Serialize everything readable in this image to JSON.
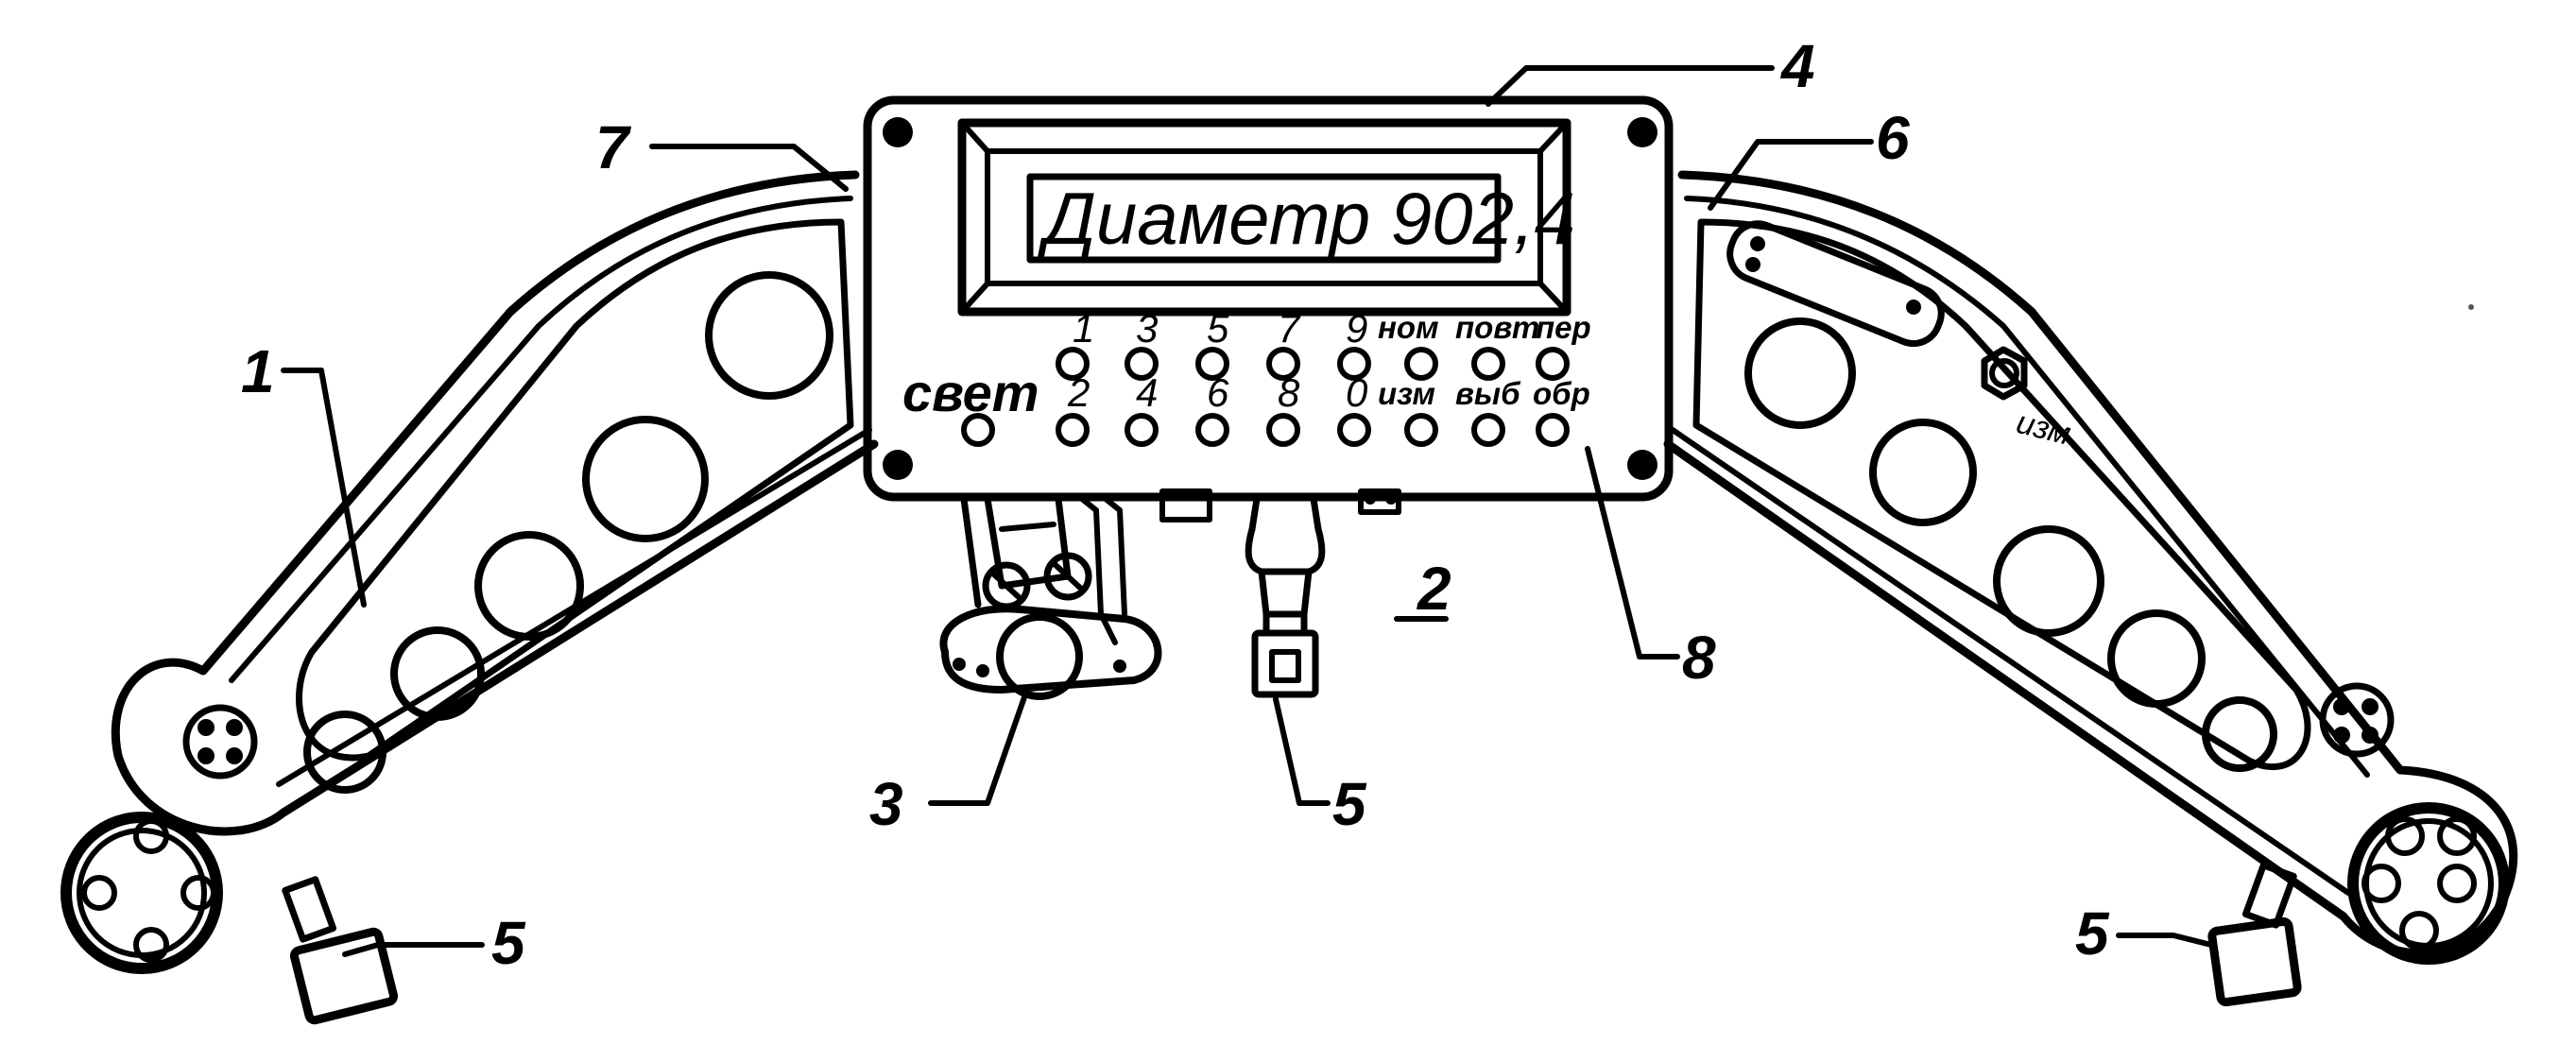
{
  "display": {
    "text": "Диаметр 902,4"
  },
  "keypad": {
    "top_labels": [
      "1",
      "3",
      "5",
      "7",
      "9",
      "ном",
      "повт",
      "пер"
    ],
    "bottom_labels": [
      "2",
      "4",
      "6",
      "8",
      "0",
      "изм",
      "выб",
      "обр"
    ],
    "light_label": "свет"
  },
  "right_arm": {
    "button_label": "изм"
  },
  "callouts": {
    "c1": "1",
    "c2": "2",
    "c3": "3",
    "c4": "4",
    "c5_left": "5",
    "c5_center": "5",
    "c5_right": "5",
    "c6": "6",
    "c7": "7",
    "c8": "8"
  }
}
